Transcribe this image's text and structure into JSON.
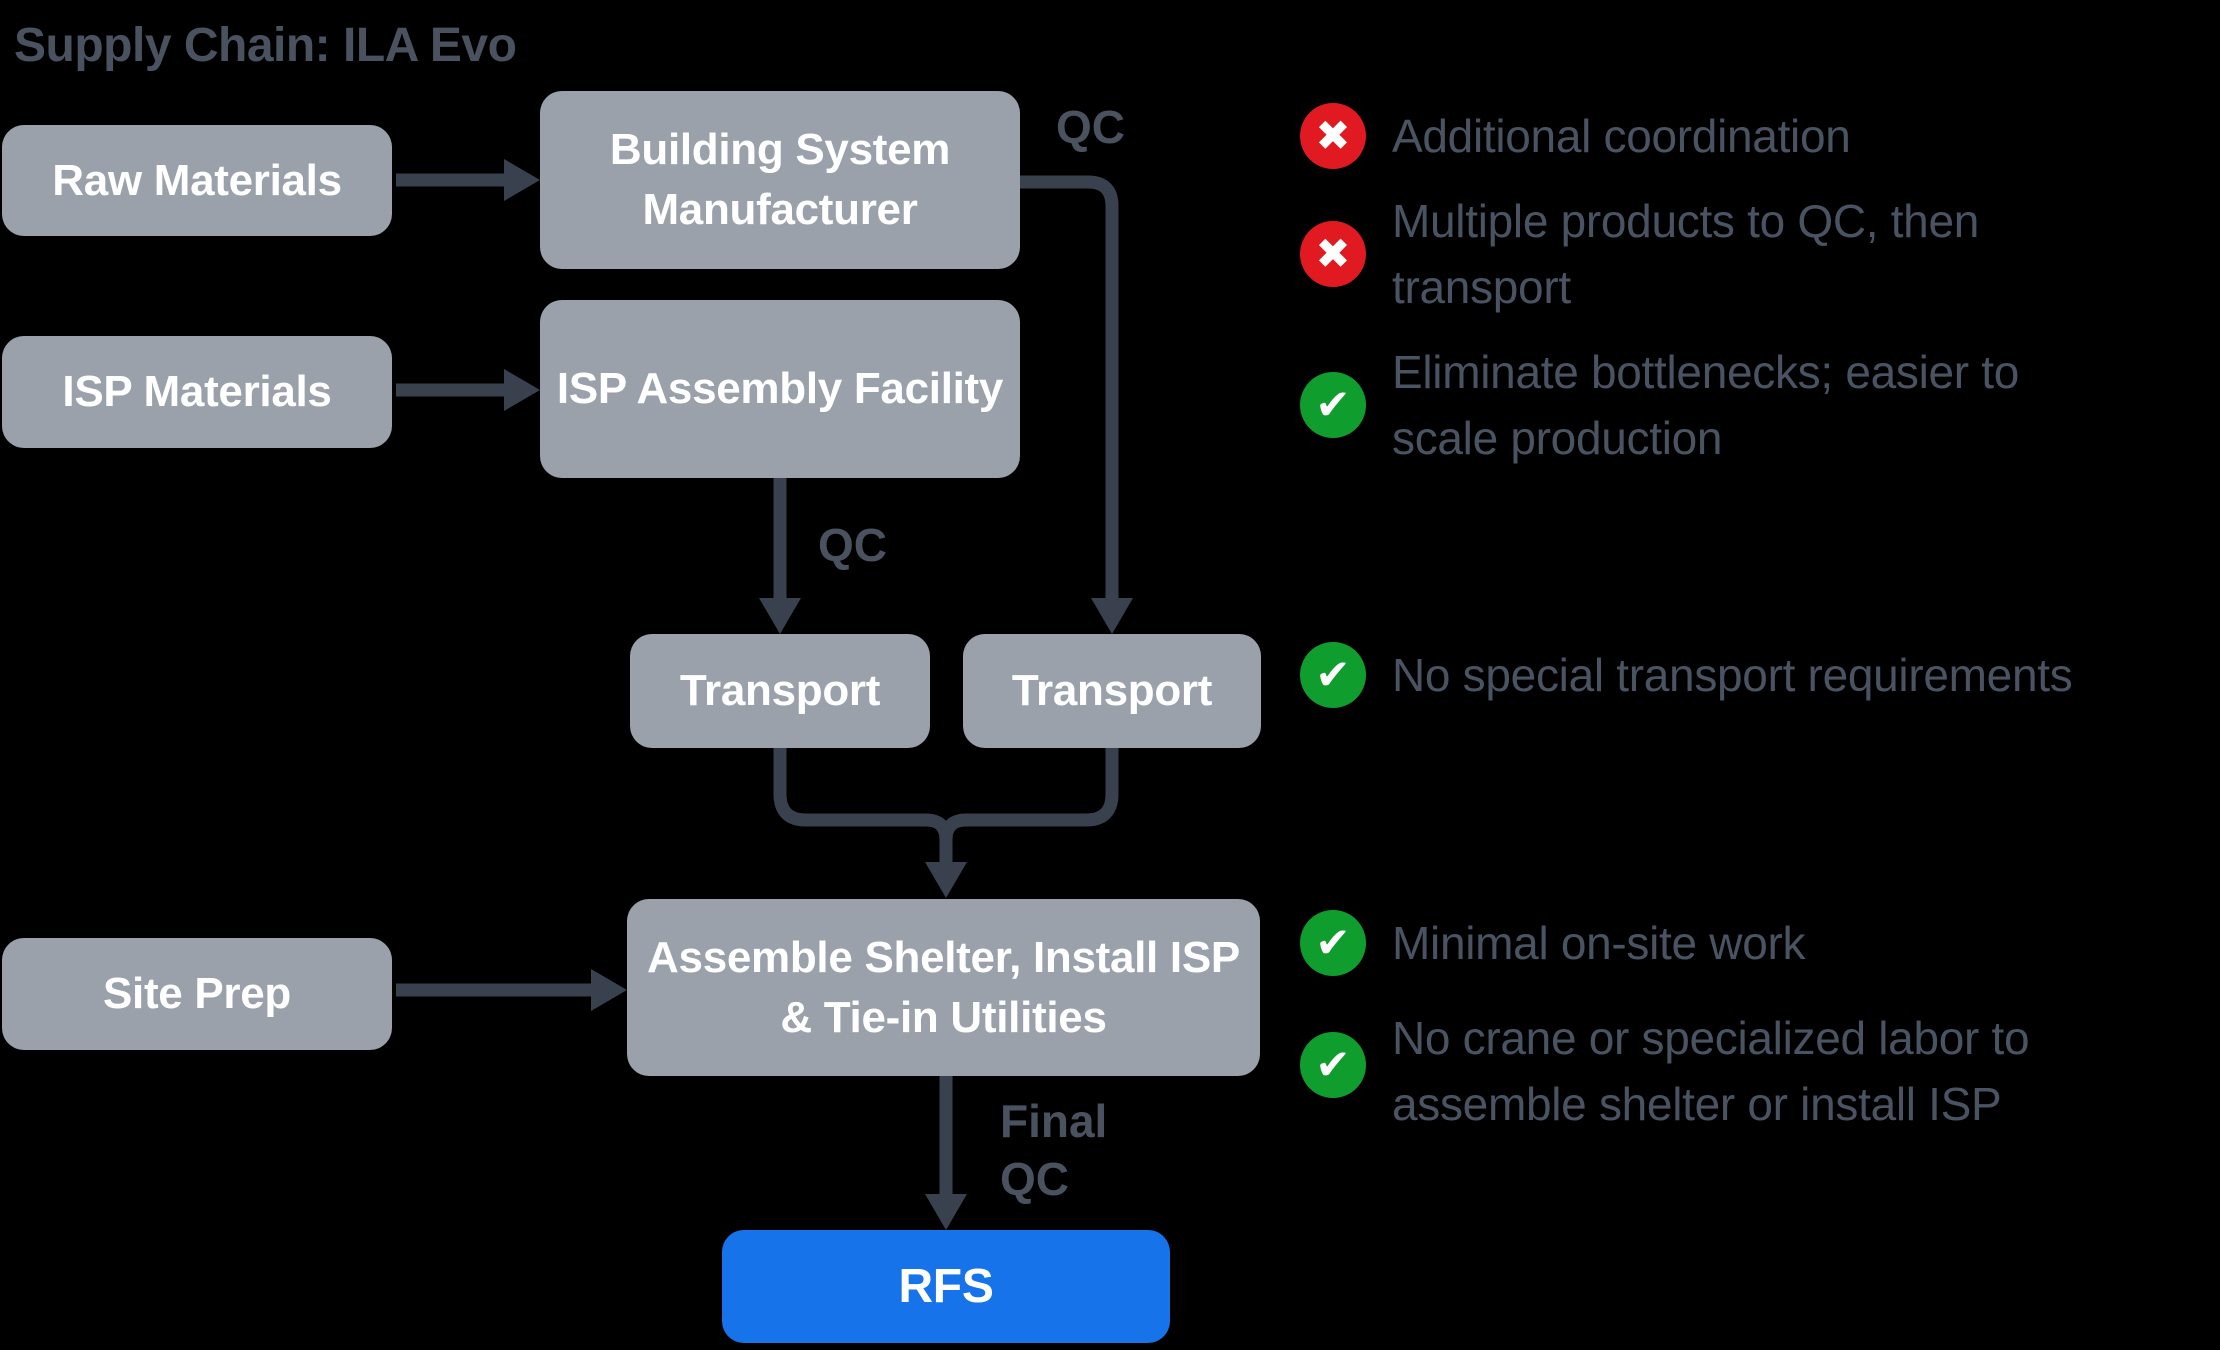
{
  "title": "Supply Chain: ILA Evo",
  "colors": {
    "background": "#000000",
    "node_gray": "#9aa1ab",
    "node_text": "#ffffff",
    "connector": "#39414e",
    "label_text": "#49525e",
    "negative_red": "#e11a21",
    "positive_green": "#0f9e2d",
    "rfs_blue": "#1673e9"
  },
  "nodes": {
    "raw_materials": {
      "label": "Raw Materials"
    },
    "building_system_manufacturer": {
      "label": "Building System Manufacturer"
    },
    "isp_materials": {
      "label": "ISP Materials"
    },
    "isp_assembly_facility": {
      "label": "ISP Assembly Facility"
    },
    "transport_left": {
      "label": "Transport"
    },
    "transport_right": {
      "label": "Transport"
    },
    "site_prep": {
      "label": "Site Prep"
    },
    "assemble_shelter": {
      "label": "Assemble Shelter, Install ISP & Tie-in Utilities"
    },
    "rfs": {
      "label": "RFS"
    }
  },
  "edge_labels": {
    "qc_top": "QC",
    "qc_mid": "QC",
    "final_qc": "Final\nQC"
  },
  "annotations": [
    {
      "type": "negative",
      "icon": "x-icon",
      "glyph": "✖",
      "text": "Additional coordination"
    },
    {
      "type": "negative",
      "icon": "x-icon",
      "glyph": "✖",
      "text": "Multiple products to QC, then\ntransport"
    },
    {
      "type": "positive",
      "icon": "check-icon",
      "glyph": "✔",
      "text": "Eliminate bottlenecks; easier to\nscale production"
    },
    {
      "type": "positive",
      "icon": "check-icon",
      "glyph": "✔",
      "text": "No special transport requirements"
    },
    {
      "type": "positive",
      "icon": "check-icon",
      "glyph": "✔",
      "text": "Minimal on-site work"
    },
    {
      "type": "positive",
      "icon": "check-icon",
      "glyph": "✔",
      "text": "No crane or specialized labor to\nassemble shelter or install ISP"
    }
  ]
}
